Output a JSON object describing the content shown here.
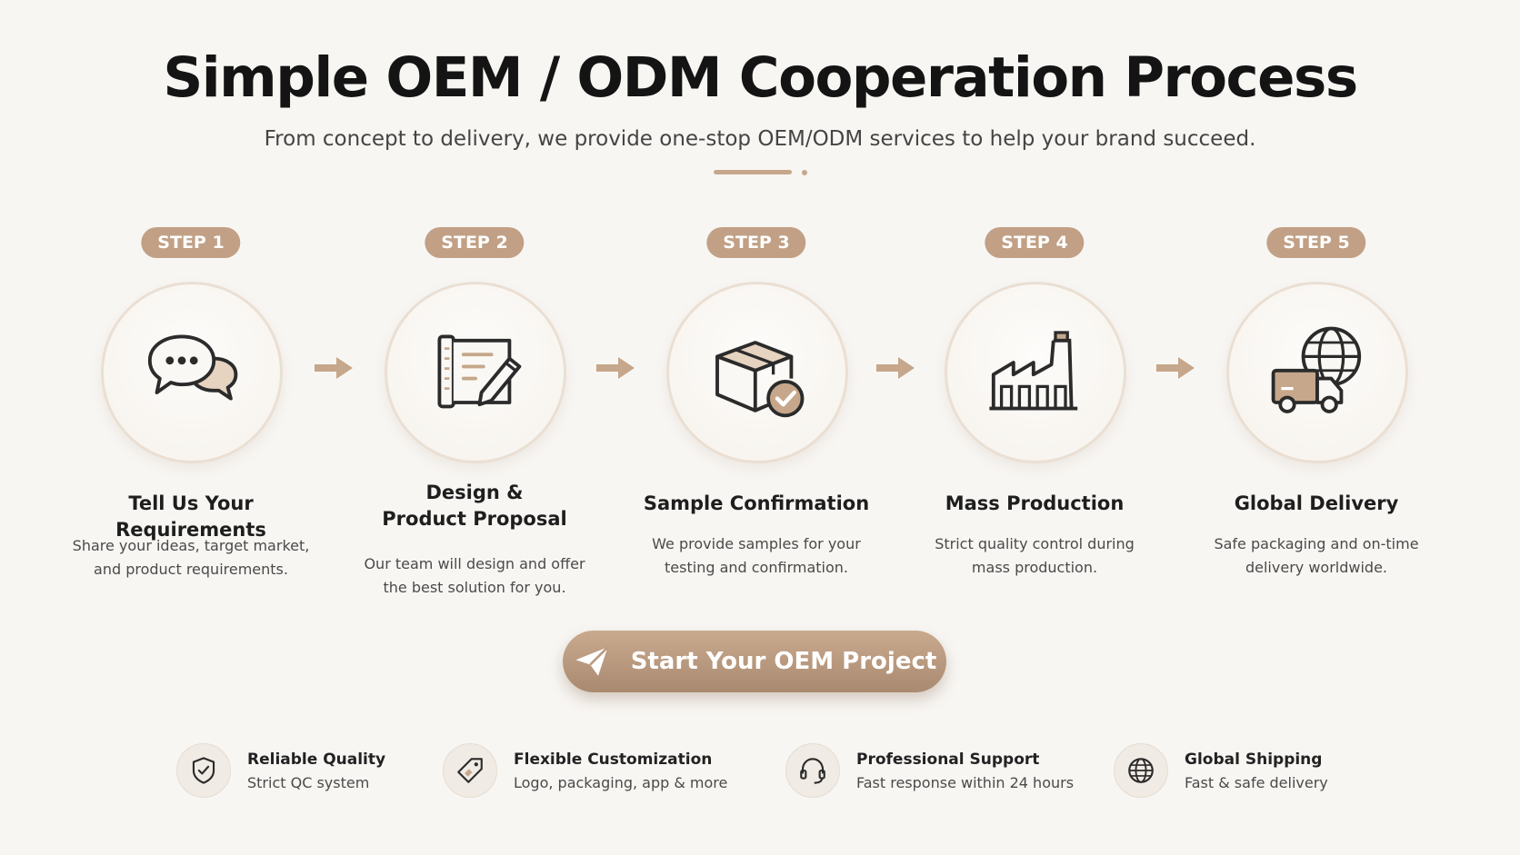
{
  "header": {
    "title": "Simple OEM / ODM Cooperation Process",
    "subtitle": "From concept to delivery, we provide one-stop OEM/ODM services to help your brand succeed."
  },
  "colors": {
    "accent": "#c1a086",
    "background": "#f8f6f3",
    "icon_stroke": "#2b2b2b"
  },
  "steps": [
    {
      "badge": "STEP 1",
      "icon": "chat-bubbles-icon",
      "title": "Tell Us Your Requirements",
      "desc_line1": "Share your ideas, target market,",
      "desc_line2": "and product requirements."
    },
    {
      "badge": "STEP 2",
      "icon": "design-pencil-icon",
      "title_line1": "Design &",
      "title_line2": "Product Proposal",
      "desc_line1": "Our team will design and offer",
      "desc_line2": "the best solution for you."
    },
    {
      "badge": "STEP 3",
      "icon": "box-check-icon",
      "title": "Sample Confirmation",
      "desc_line1": "We provide samples for your",
      "desc_line2": "testing and confirmation."
    },
    {
      "badge": "STEP 4",
      "icon": "factory-icon",
      "title": "Mass Production",
      "desc_line1": "Strict quality control during",
      "desc_line2": "mass production."
    },
    {
      "badge": "STEP 5",
      "icon": "truck-globe-icon",
      "title": "Global Delivery",
      "desc_line1": "Safe packaging and on-time",
      "desc_line2": "delivery worldwide."
    }
  ],
  "cta": {
    "label": "Start Your OEM Project",
    "icon": "paper-plane-icon"
  },
  "features": [
    {
      "icon": "shield-check-icon",
      "title": "Reliable Quality",
      "subtitle": "Strict QC system"
    },
    {
      "icon": "tag-icon",
      "title": "Flexible Customization",
      "subtitle": "Logo, packaging, app & more"
    },
    {
      "icon": "headset-icon",
      "title": "Professional Support",
      "subtitle": "Fast response within 24 hours"
    },
    {
      "icon": "globe-icon",
      "title": "Global Shipping",
      "subtitle": "Fast & safe delivery"
    }
  ]
}
